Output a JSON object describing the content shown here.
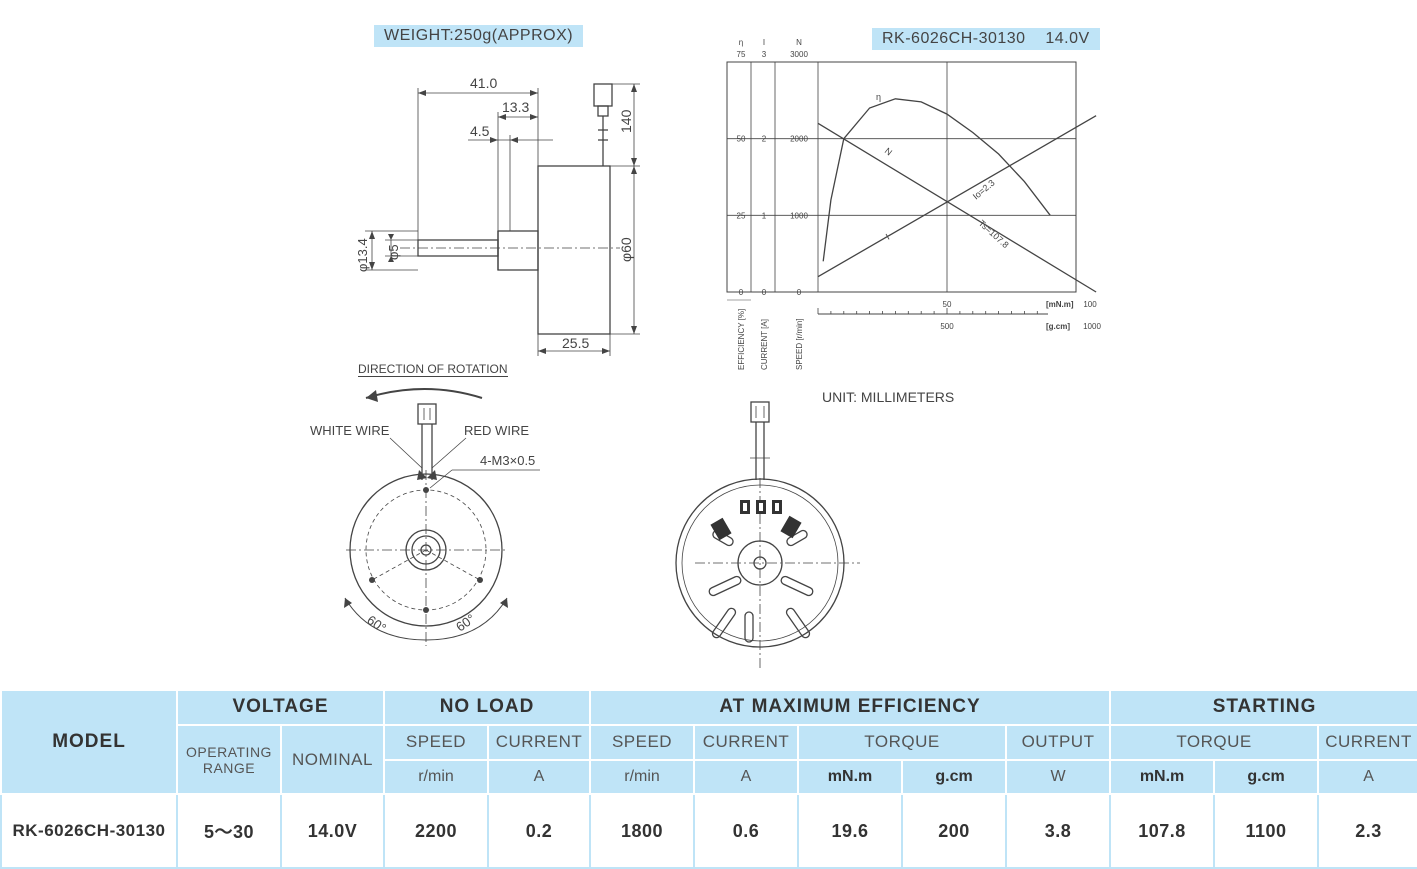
{
  "drawing": {
    "weight_label": "WEIGHT:250g(APPROX)",
    "unit_label": "UNIT: MILLIMETERS",
    "rotation_label": "DIRECTION OF ROTATION",
    "white_wire_label": "WHITE WIRE",
    "red_wire_label": "RED WIRE",
    "screw_label": "4-M3×0.5",
    "dims": {
      "overall_length": "41.0",
      "hub_length": "13.3",
      "collar_length": "4.5",
      "wire_length": "140",
      "hub_diameter": "φ13.4",
      "shaft_diameter": "φ5",
      "body_diameter": "φ60",
      "body_depth": "25.5",
      "angle_left": "60°",
      "angle_right": "60°"
    }
  },
  "chart_data": {
    "type": "line",
    "title": "RK-6026CH-30130    14.0V",
    "x_axis": {
      "units": [
        "[mN.m]",
        "[g.cm]"
      ],
      "mNm_ticks": [
        "50",
        "100"
      ],
      "gcm_ticks": [
        "500",
        "1000"
      ],
      "range_mNm": [
        0,
        100
      ]
    },
    "y_axes": [
      {
        "symbol": "η",
        "label": "EFFICIENCY [%]",
        "ticks": [
          "75",
          "50",
          "25",
          "0"
        ],
        "range": [
          0,
          75
        ]
      },
      {
        "symbol": "I",
        "label": "CURRENT [A]",
        "ticks": [
          "3",
          "2",
          "1",
          "0"
        ],
        "range": [
          0,
          3
        ]
      },
      {
        "symbol": "N",
        "label": "SPEED [r/min]",
        "ticks": [
          "3000",
          "2000",
          "1000",
          "0"
        ],
        "range": [
          0,
          3000
        ]
      }
    ],
    "grid": true,
    "series": [
      {
        "name": "N",
        "axis": "N",
        "x_mNm": [
          0,
          107.8
        ],
        "y": [
          2200,
          0
        ]
      },
      {
        "name": "I",
        "axis": "I",
        "x_mNm": [
          0,
          107.8
        ],
        "y": [
          0.2,
          2.3
        ]
      },
      {
        "name": "η",
        "axis": "η",
        "x_mNm": [
          2,
          5,
          10,
          20,
          30,
          40,
          50,
          60,
          70,
          80,
          90
        ],
        "y": [
          10,
          30,
          50,
          60,
          63,
          62,
          58,
          52,
          45,
          36,
          25
        ]
      }
    ],
    "annotations": [
      "Io=2.3",
      "Ts=107.8"
    ]
  },
  "table": {
    "h_model": "MODEL",
    "h_voltage": "VOLTAGE",
    "h_noload": "NO LOAD",
    "h_maxeff": "AT MAXIMUM EFFICIENCY",
    "h_starting": "STARTING",
    "s_op_range_1": "OPERATING",
    "s_op_range_2": "RANGE",
    "s_nominal": "NOMINAL",
    "s_speed": "SPEED",
    "s_current": "CURRENT",
    "s_torque": "TORQUE",
    "s_output": "OUTPUT",
    "u_rmin": "r/min",
    "u_a": "A",
    "u_mnm": "mN.m",
    "u_gcm": "g.cm",
    "u_w": "W",
    "row": {
      "model": "RK-6026CH-30130",
      "op_range": "5～30",
      "nominal": "14.0V",
      "nl_speed": "2200",
      "nl_current": "0.2",
      "me_speed": "1800",
      "me_current": "0.6",
      "me_torque_mnm": "19.6",
      "me_torque_gcm": "200",
      "me_output": "3.8",
      "st_torque_mnm": "107.8",
      "st_torque_gcm": "1100",
      "st_current": "2.3"
    }
  }
}
